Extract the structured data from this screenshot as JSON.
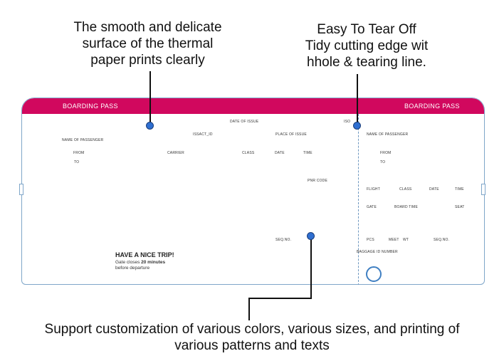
{
  "callouts": {
    "top_left": "The smooth and delicate\nsurface of the thermal\npaper prints clearly",
    "top_right": "Easy To Tear Off\nTidy cutting edge wit\nhhole & tearing line.",
    "bottom": "Support customization of various colors, various sizes, and printing of\nvarious patterns and texts"
  },
  "colors": {
    "band": "#d1085e",
    "outline": "#7fa6c9",
    "marker": "#2f6fd1"
  },
  "ticket": {
    "band_left": "BOARDING PASS",
    "band_right": "BOARDING PASS",
    "main": {
      "date_of_issue": "DATE OF ISSUE",
      "iso": "ISO",
      "issact_id": "ISSACT_ID",
      "place_of_issue": "PLACE OF ISSUE",
      "name_of_passenger": "NAME OF PASSENGER",
      "from": "FROM",
      "carrier": "CARRIER",
      "class": "CLASS",
      "date": "DATE",
      "time": "TIME",
      "to": "TO",
      "pnr_code": "PNR CODE",
      "seq_no": "SEQ.NO.",
      "trip_title": "HAVE A NICE TRIP!",
      "gate_prefix": "Gate closes",
      "gate_minutes": "20 minutes",
      "gate_suffix": "before departure"
    },
    "stub": {
      "name_of_passenger": "NAME OF PASSENGER",
      "from": "FROM",
      "to": "TO",
      "flight": "FLIGHT",
      "class": "CLASS",
      "date": "DATE",
      "time": "TIME",
      "gate": "GATE",
      "board_time": "BOARD TIME",
      "seat": "SEAT",
      "pcs": "PCS",
      "meet": "MEET",
      "wt": "WT",
      "seq_no": "SEQ.NO.",
      "baggage_id": "BAGGAGE ID NUMBER"
    }
  }
}
